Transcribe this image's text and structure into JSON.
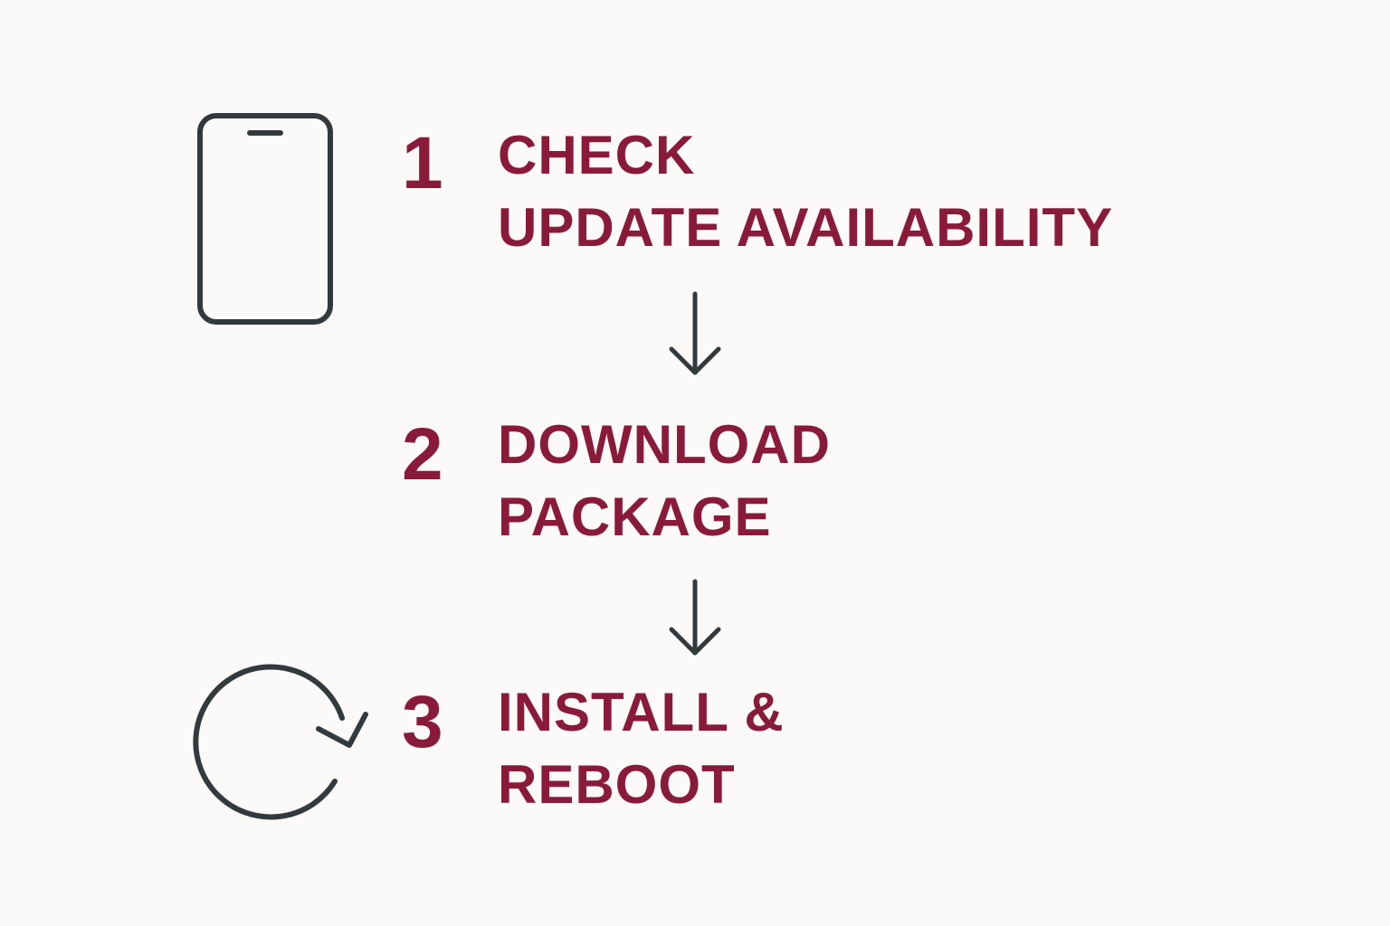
{
  "colors": {
    "background": "#fbfaf8",
    "accent": "#8a1a3a",
    "icon_stroke": "#333a3e"
  },
  "steps": [
    {
      "number": "1",
      "line1": "CHECK",
      "line2": "UPDATE AVAILABILITY",
      "icon": "smartphone-icon"
    },
    {
      "number": "2",
      "line1": "DOWNLOAD",
      "line2": "PACKAGE",
      "icon": ""
    },
    {
      "number": "3",
      "line1": "INSTALL &",
      "line2": "REBOOT",
      "icon": "refresh-icon"
    }
  ],
  "connectors": [
    "arrow-down-icon",
    "arrow-down-icon"
  ]
}
